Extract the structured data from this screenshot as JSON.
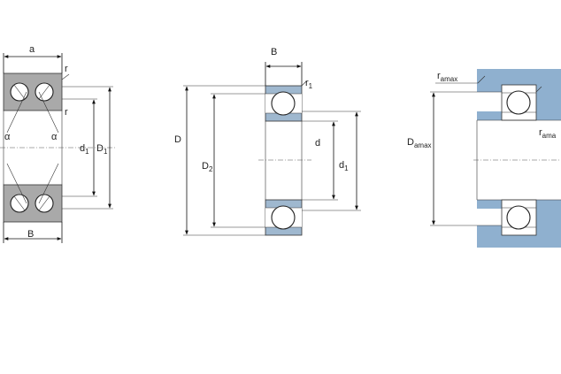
{
  "diagram": {
    "left_view": {
      "labels": {
        "a": "a",
        "r_top": "r",
        "r_mid": "r",
        "alpha_left": "α",
        "alpha_right": "α",
        "d1": "d",
        "d1_sub": "1",
        "D1": "D",
        "D1_sub": "1",
        "B": "B"
      }
    },
    "middle_view": {
      "labels": {
        "B": "B",
        "r1": "r",
        "r1_sub": "1",
        "D": "D",
        "D2": "D",
        "D2_sub": "2",
        "d": "d",
        "d1": "d",
        "d1_sub": "1"
      }
    },
    "right_view": {
      "labels": {
        "ra_top": "r",
        "ra_top_sub": "amax",
        "Da": "D",
        "Da_sub": "amax",
        "ra_right": "r",
        "ra_right_sub": "ama"
      }
    },
    "colors": {
      "ring_fill": "#9fb8cf",
      "housing_fill": "#8fb0cf",
      "grey_fill": "#a9a9a9",
      "line": "#111111"
    }
  }
}
